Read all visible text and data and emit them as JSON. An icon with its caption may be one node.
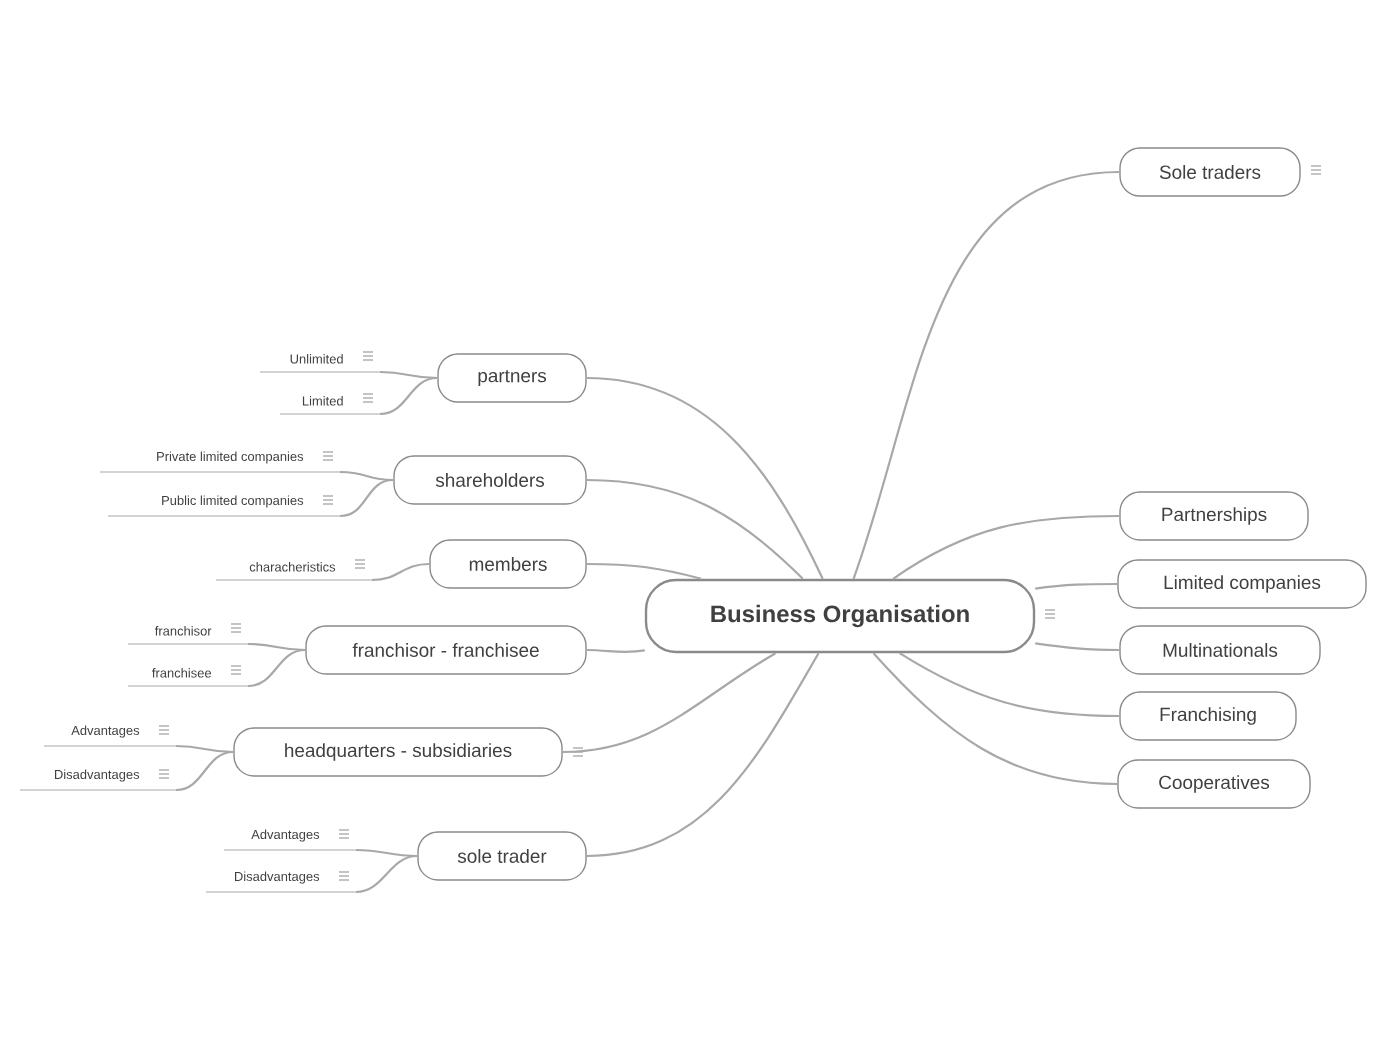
{
  "diagram": {
    "nodes": [
      {
        "text": [
          "Business Organisation"
        ]
      },
      {
        "text": [
          "Sole traders"
        ]
      },
      {
        "text": [
          "Partnerships"
        ]
      },
      {
        "text": [
          "Limited companies"
        ]
      },
      {
        "text": [
          "Multinationals"
        ]
      },
      {
        "text": [
          "Franchising"
        ]
      },
      {
        "text": [
          "Cooperatives"
        ]
      },
      {
        "text": [
          "partners"
        ]
      },
      {
        "text": [
          "Unlimited"
        ]
      },
      {
        "text": [
          "Limited"
        ]
      },
      {
        "text": [
          "shareholders"
        ]
      },
      {
        "text": [
          "Private limited companies"
        ]
      },
      {
        "text": [
          "Public limited companies"
        ]
      },
      {
        "text": [
          "members"
        ]
      },
      {
        "text": [
          "characheristics"
        ]
      },
      {
        "text": [
          "franchisor - franchisee"
        ]
      },
      {
        "text": [
          "franchisor"
        ]
      },
      {
        "text": [
          "franchisee"
        ]
      },
      {
        "text": [
          "headquarters - subsidiaries"
        ]
      },
      {
        "text": [
          "Advantages"
        ]
      },
      {
        "text": [
          "Disadvantages"
        ]
      },
      {
        "text": [
          "sole trader"
        ]
      },
      {
        "text": [
          "Advantages"
        ]
      },
      {
        "text": [
          "Disadvantages"
        ]
      }
    ],
    "edges": [
      {
        "from": 0,
        "to": 1,
        "arrow": "none"
      },
      {
        "from": 0,
        "to": 2,
        "arrow": "none"
      },
      {
        "from": 0,
        "to": 3,
        "arrow": "none"
      },
      {
        "from": 0,
        "to": 4,
        "arrow": "none"
      },
      {
        "from": 0,
        "to": 5,
        "arrow": "none"
      },
      {
        "from": 0,
        "to": 6,
        "arrow": "none"
      },
      {
        "from": 0,
        "to": 7,
        "arrow": "none"
      },
      {
        "from": 7,
        "to": 8,
        "arrow": "none"
      },
      {
        "from": 7,
        "to": 9,
        "arrow": "none"
      },
      {
        "from": 0,
        "to": 10,
        "arrow": "none"
      },
      {
        "from": 10,
        "to": 11,
        "arrow": "none"
      },
      {
        "from": 10,
        "to": 12,
        "arrow": "none"
      },
      {
        "from": 0,
        "to": 13,
        "arrow": "none"
      },
      {
        "from": 13,
        "to": 14,
        "arrow": "none"
      },
      {
        "from": 0,
        "to": 15,
        "arrow": "none"
      },
      {
        "from": 15,
        "to": 16,
        "arrow": "none"
      },
      {
        "from": 15,
        "to": 17,
        "arrow": "none"
      },
      {
        "from": 0,
        "to": 18,
        "arrow": "none"
      },
      {
        "from": 18,
        "to": 19,
        "arrow": "none"
      },
      {
        "from": 18,
        "to": 20,
        "arrow": "none"
      },
      {
        "from": 0,
        "to": 21,
        "arrow": "none"
      },
      {
        "from": 21,
        "to": 22,
        "arrow": "none"
      },
      {
        "from": 21,
        "to": 23,
        "arrow": "none"
      }
    ]
  }
}
